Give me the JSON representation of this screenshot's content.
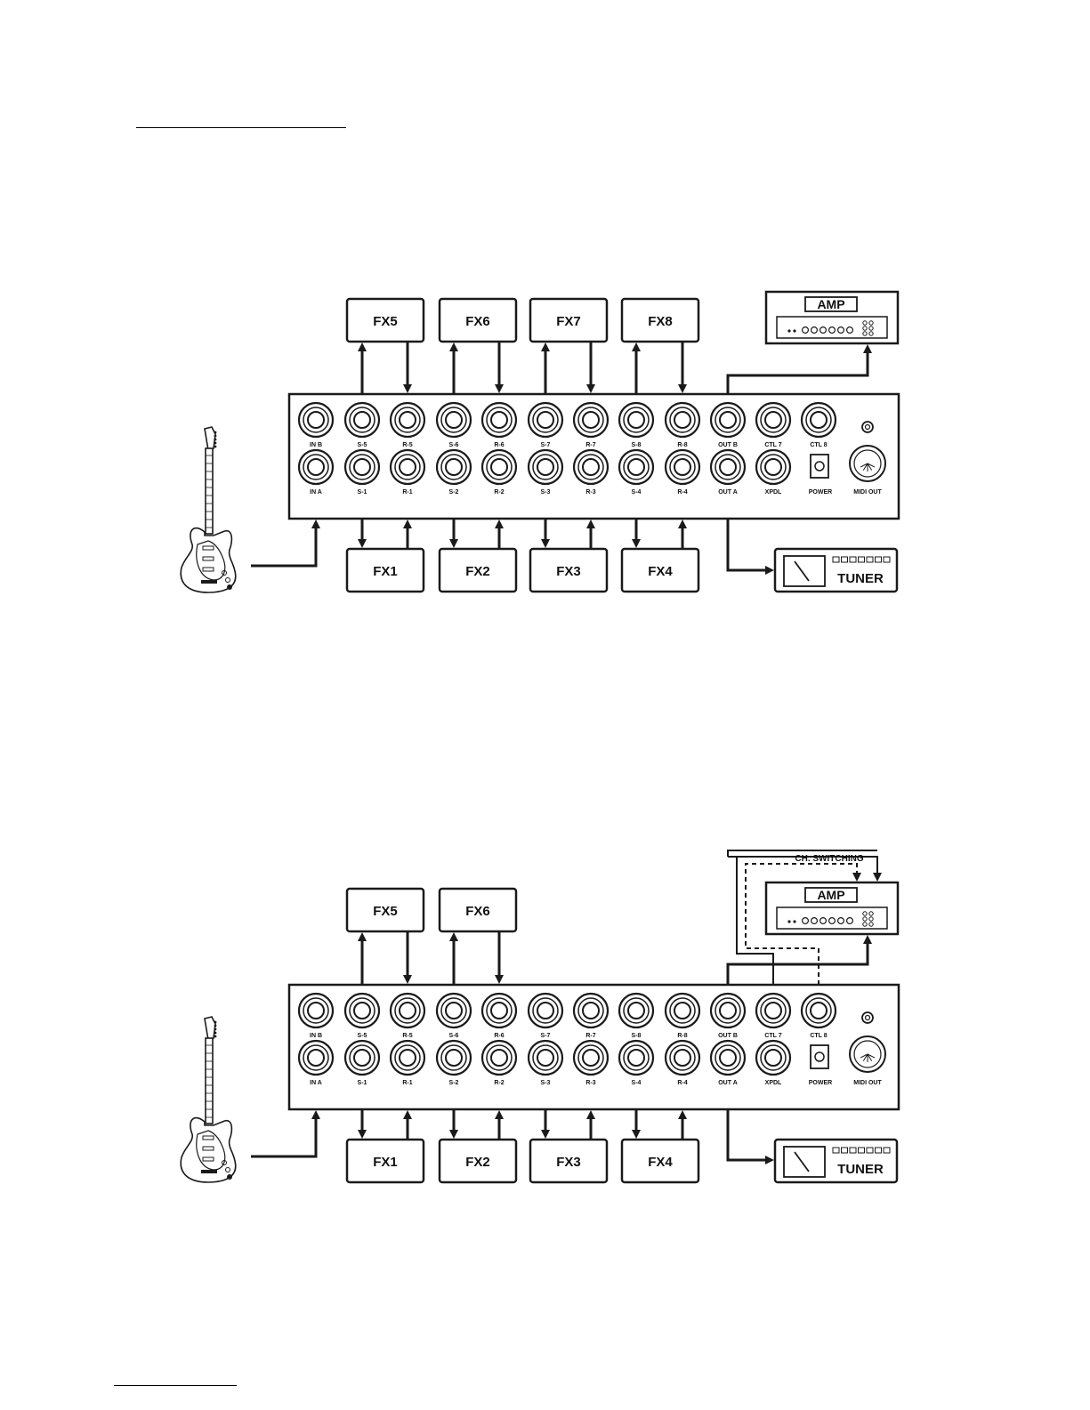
{
  "colors": {
    "ink": "#1a1a1a",
    "paper": "#ffffff"
  },
  "jacks": {
    "top_row": [
      "IN B",
      "S-5",
      "R-5",
      "S-6",
      "R-6",
      "S-7",
      "R-7",
      "S-8",
      "R-8",
      "OUT B",
      "CTL 7",
      "CTL 8"
    ],
    "bottom_row": [
      "IN A",
      "S-1",
      "R-1",
      "S-2",
      "R-2",
      "S-3",
      "R-3",
      "S-4",
      "R-4",
      "OUT A",
      "XPDL"
    ],
    "power": "POWER",
    "midi_out": "MIDI OUT"
  },
  "diagram_1": {
    "fx_top": [
      "FX5",
      "FX6",
      "FX7",
      "FX8"
    ],
    "fx_bottom": [
      "FX1",
      "FX2",
      "FX3",
      "FX4"
    ],
    "amp": "AMP",
    "tuner": "TUNER"
  },
  "diagram_2": {
    "fx_top": [
      "FX5",
      "FX6"
    ],
    "fx_bottom": [
      "FX1",
      "FX2",
      "FX3",
      "FX4"
    ],
    "amp": "AMP",
    "tuner": "TUNER",
    "ch_switching": "CH. SWITCHING"
  },
  "icons": [
    "guitar-icon",
    "amp-icon",
    "tuner-icon",
    "jack-icon",
    "power-jack-icon",
    "midi-jack-icon"
  ]
}
